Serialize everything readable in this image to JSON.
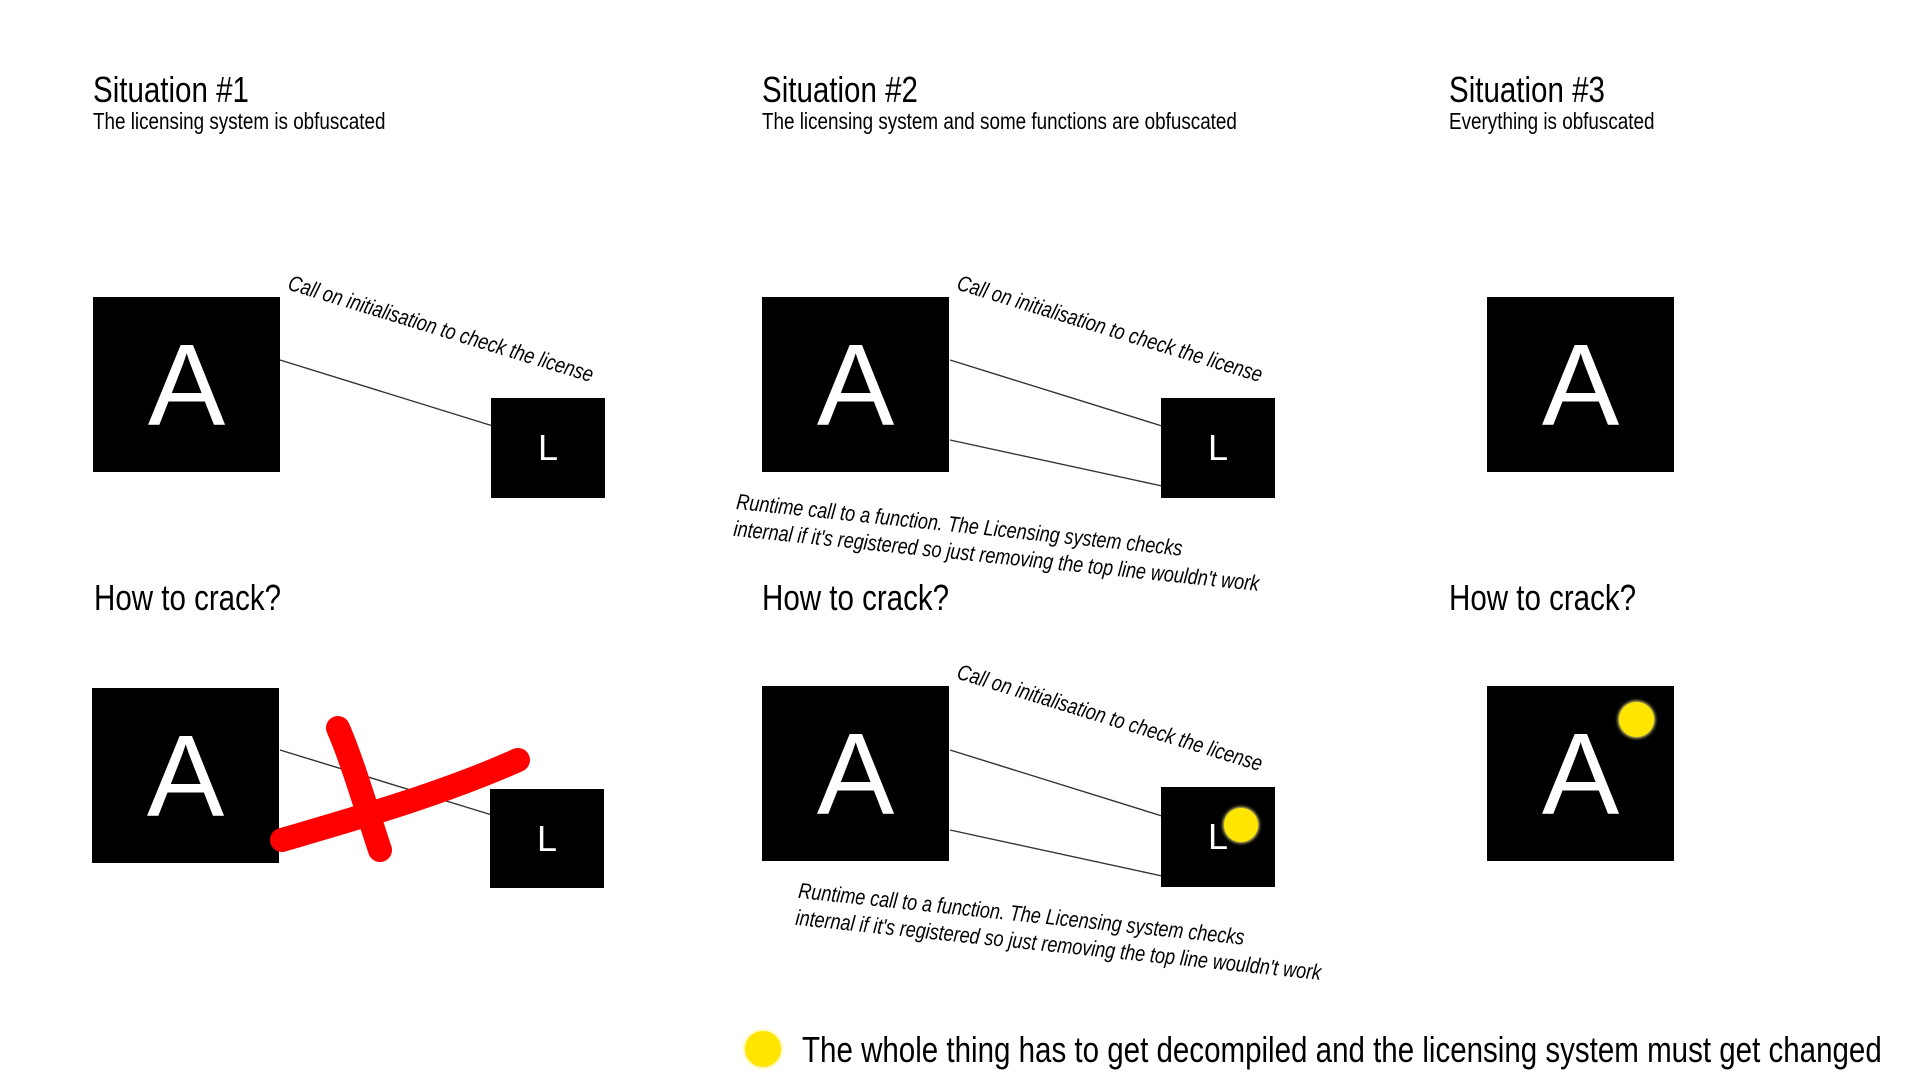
{
  "situations": [
    {
      "title": "Situation #1",
      "subtitle": "The licensing system is obfuscated",
      "app_label": "A",
      "lib_label": "L",
      "init_call_note": "Call on initialisation to check the license",
      "how_to_crack": "How to crack?"
    },
    {
      "title": "Situation #2",
      "subtitle": "The licensing system and some functions are obfuscated",
      "app_label": "A",
      "lib_label": "L",
      "init_call_note": "Call on initialisation to check the license",
      "runtime_note_line1": "Runtime call to a function. The Licensing system checks",
      "runtime_note_line2": "internal if it's registered so just removing the top line wouldn't work",
      "how_to_crack": "How to crack?"
    },
    {
      "title": "Situation #3",
      "subtitle": "Everything is obfuscated",
      "app_label": "A",
      "how_to_crack": "How to crack?"
    }
  ],
  "legend": {
    "marker_color": "#ffe600",
    "text": "The whole thing has to get decompiled and the licensing system must get changed"
  },
  "colors": {
    "box": "#000000",
    "box_text": "#ffffff",
    "cross_out": "#ff0000",
    "marker": "#ffe600"
  }
}
